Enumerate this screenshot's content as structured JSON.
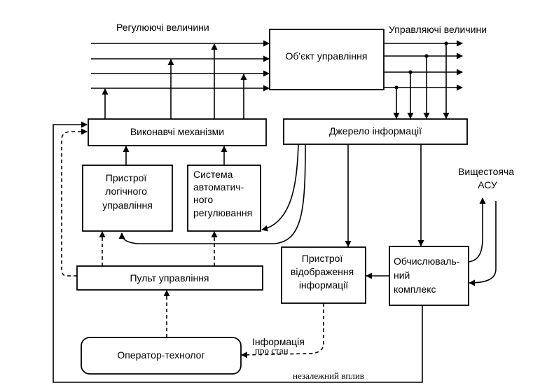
{
  "top_left_label": "Регулюючі величини",
  "top_right_label": "Управляючі величини",
  "blocks": {
    "object": "Об'єкт управління",
    "actuators": "Виконавчі механізми",
    "info_source": "Джерело інформації",
    "logic_devices": [
      "Пристрої",
      "логічного",
      "управління"
    ],
    "auto_regulation": [
      "Система",
      "автоматич-",
      "ного",
      "регулювання"
    ],
    "control_panel": "Пульт управління",
    "display_devices": [
      "Пристрої",
      "відображення",
      "інформації"
    ],
    "computing_complex": [
      "Обчислюваль-",
      "ний",
      "комплекс"
    ],
    "operator": "Оператор-технолог"
  },
  "upper_asu": [
    "Вищестояча",
    "АСУ"
  ],
  "state_info": [
    "Інформація",
    "про стан"
  ],
  "independent_influence": "незалежний вплив"
}
